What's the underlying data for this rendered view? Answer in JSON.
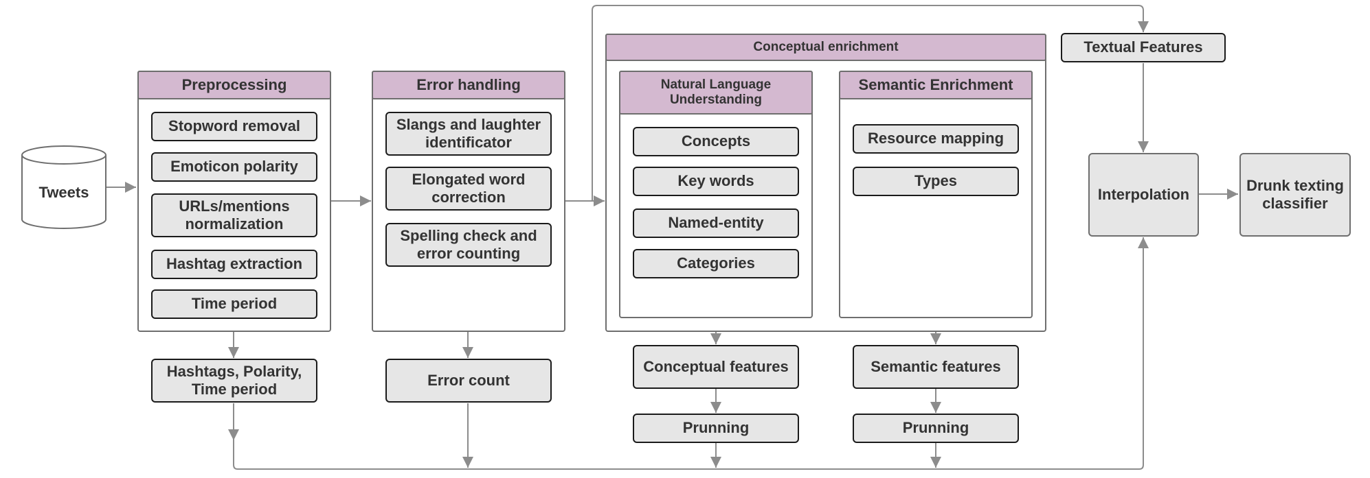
{
  "tweets": "Tweets",
  "preprocessing": {
    "title": "Preprocessing",
    "items": [
      "Stopword removal",
      "Emoticon polarity",
      "URLs/mentions\nnormalization",
      "Hashtag extraction",
      "Time period"
    ],
    "output": "Hashtags, Polarity,\nTime period"
  },
  "error_handling": {
    "title": "Error handling",
    "items": [
      "Slangs and laughter\nidentificator",
      "Elongated word\ncorrection",
      "Spelling check and\nerror counting"
    ],
    "output": "Error count"
  },
  "conceptual_enrichment": {
    "title": "Conceptual enrichment",
    "nlu": {
      "title": "Natural Language\nUnderstanding",
      "items": [
        "Concepts",
        "Key words",
        "Named-entity",
        "Categories"
      ],
      "output": "Conceptual features",
      "pruning": "Prunning"
    },
    "semantic": {
      "title": "Semantic Enrichment",
      "items": [
        "Resource mapping",
        "Types"
      ],
      "output": "Semantic features",
      "pruning": "Prunning"
    }
  },
  "textual_features": "Textual Features",
  "interpolation": "Interpolation",
  "classifier": "Drunk texting\nclassifier"
}
